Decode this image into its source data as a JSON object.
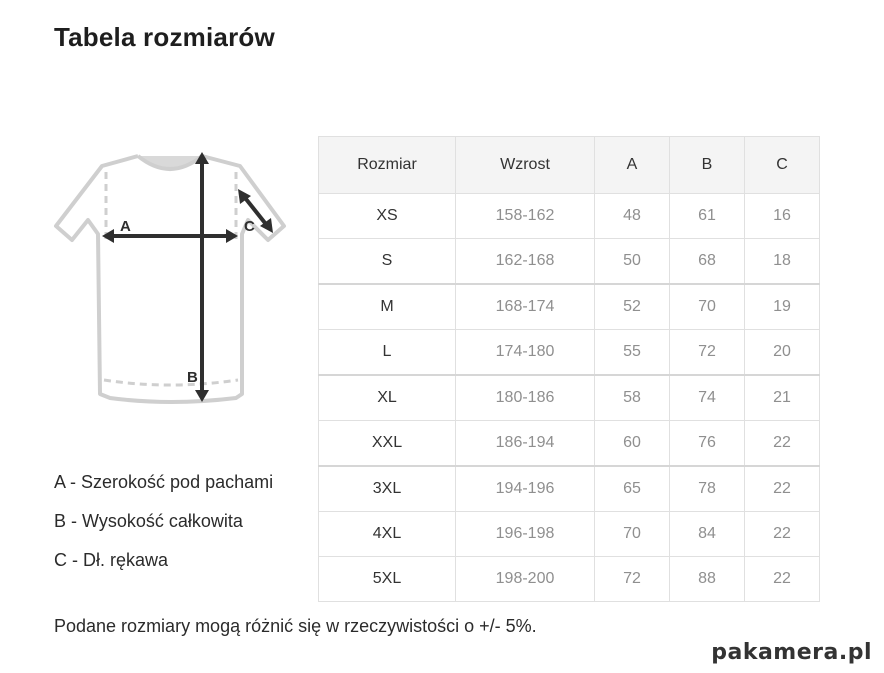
{
  "page": {
    "title": "Tabela rozmiarów",
    "note": "Podane rozmiary mogą różnić się w rzeczywistości o +/- 5%.",
    "watermark": "pakamera.pl"
  },
  "diagram": {
    "icon": "tshirt-measurement-icon",
    "label_a": "A",
    "label_b": "B",
    "label_c": "C"
  },
  "legend": {
    "a": "A - Szerokość pod pachami",
    "b": "B - Wysokość całkowita",
    "c": "C - Dł. rękawa"
  },
  "table": {
    "headers": [
      "Rozmiar",
      "Wzrost",
      "A",
      "B",
      "C"
    ],
    "rows": [
      [
        "XS",
        "158-162",
        "48",
        "61",
        "16"
      ],
      [
        "S",
        "162-168",
        "50",
        "68",
        "18"
      ],
      [
        "M",
        "168-174",
        "52",
        "70",
        "19"
      ],
      [
        "L",
        "174-180",
        "55",
        "72",
        "20"
      ],
      [
        "XL",
        "180-186",
        "58",
        "74",
        "21"
      ],
      [
        "XXL",
        "186-194",
        "60",
        "76",
        "22"
      ],
      [
        "3XL",
        "194-196",
        "65",
        "78",
        "22"
      ],
      [
        "4XL",
        "196-198",
        "70",
        "84",
        "22"
      ],
      [
        "5XL",
        "198-200",
        "72",
        "88",
        "22"
      ]
    ]
  },
  "colors": {
    "outline": "#cfcfcf",
    "arrow": "#2f2f2f",
    "header_bg": "#f4f4f4",
    "cell_text": "#8f8f8f"
  }
}
